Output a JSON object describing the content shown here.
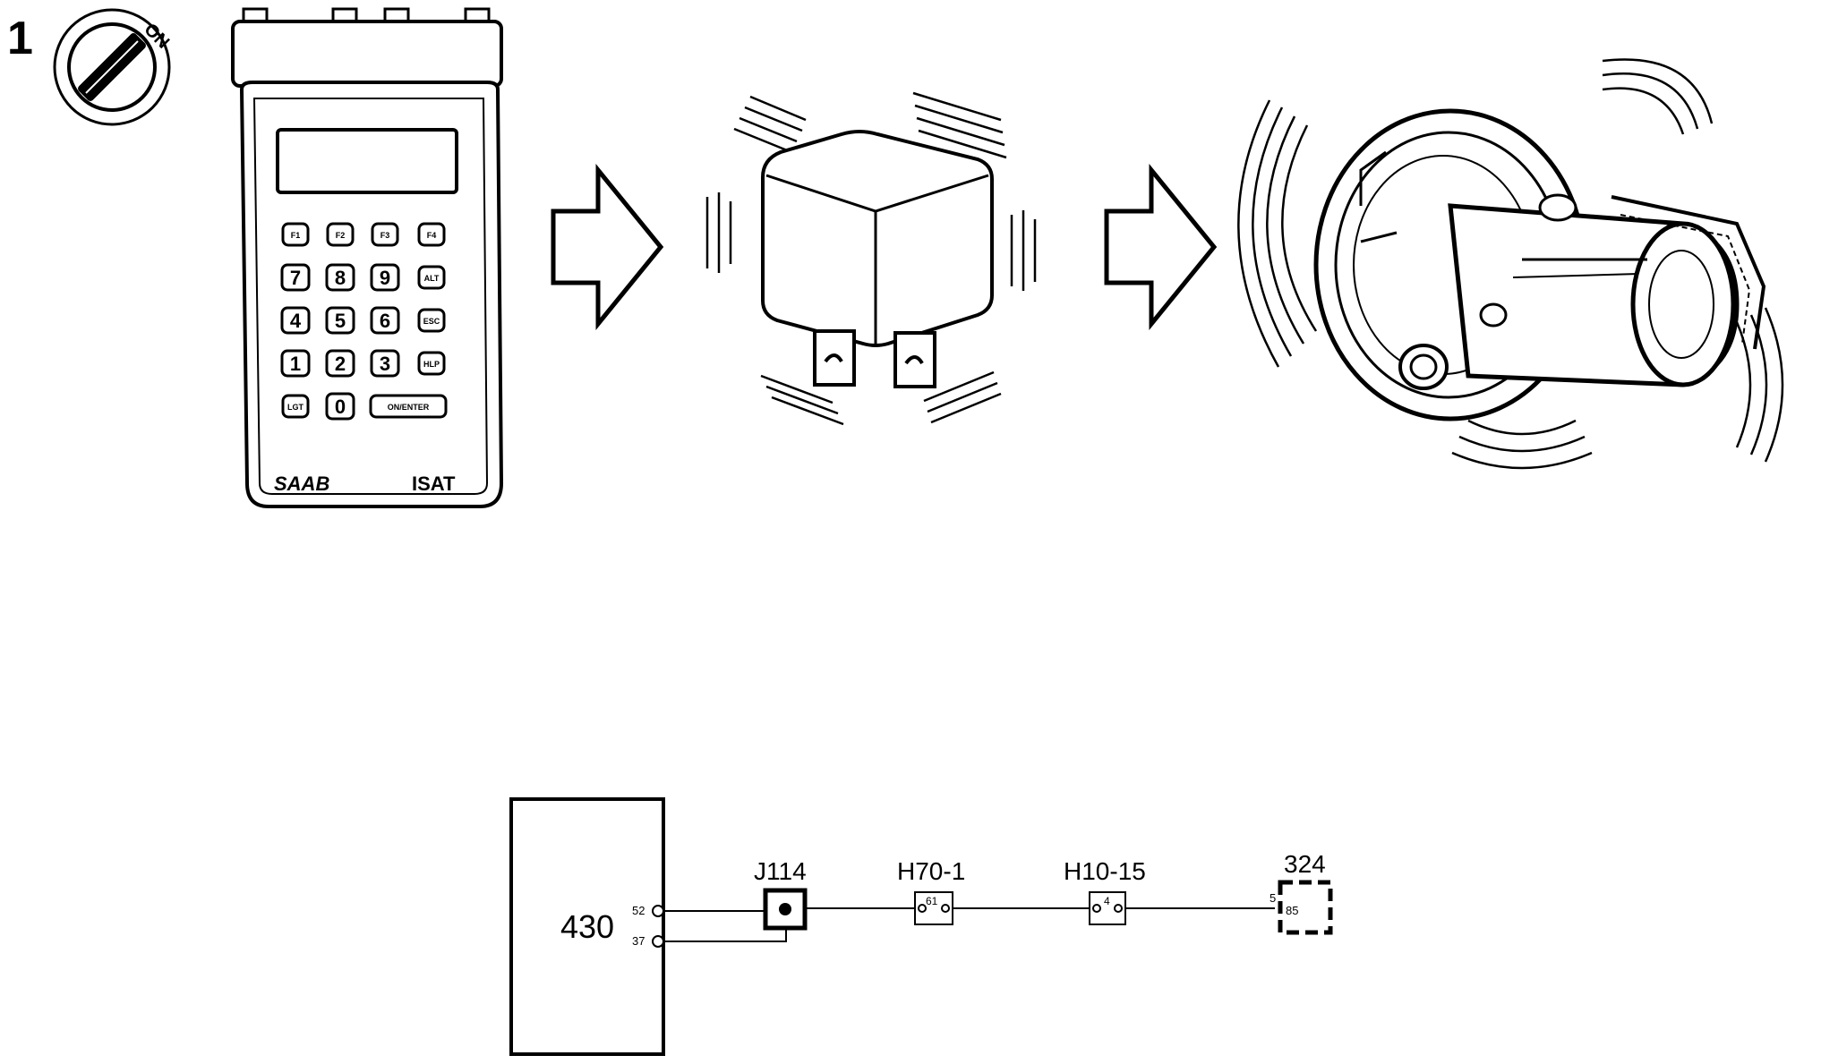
{
  "step_number": "1",
  "ignition": {
    "label": "ON"
  },
  "tester": {
    "brand": "SAAB",
    "model": "ISAT",
    "keys": [
      [
        "F1",
        "F2",
        "F3",
        "F4"
      ],
      [
        "7",
        "8",
        "9",
        "ALT"
      ],
      [
        "4",
        "5",
        "6",
        "ESC"
      ],
      [
        "1",
        "2",
        "3",
        "HLP"
      ],
      [
        "LGT",
        "0",
        "ON/ENTER"
      ]
    ]
  },
  "wiring": {
    "ecu_label": "430",
    "ecu_pin_top": "52",
    "ecu_pin_bottom": "37",
    "junction_label": "J114",
    "connector_1_label": "H70-1",
    "connector_1_pin": "61",
    "connector_2_label": "H10-15",
    "connector_2_pin": "4",
    "component_label": "324",
    "component_pin_outer": "5",
    "component_pin_inner": "85"
  }
}
